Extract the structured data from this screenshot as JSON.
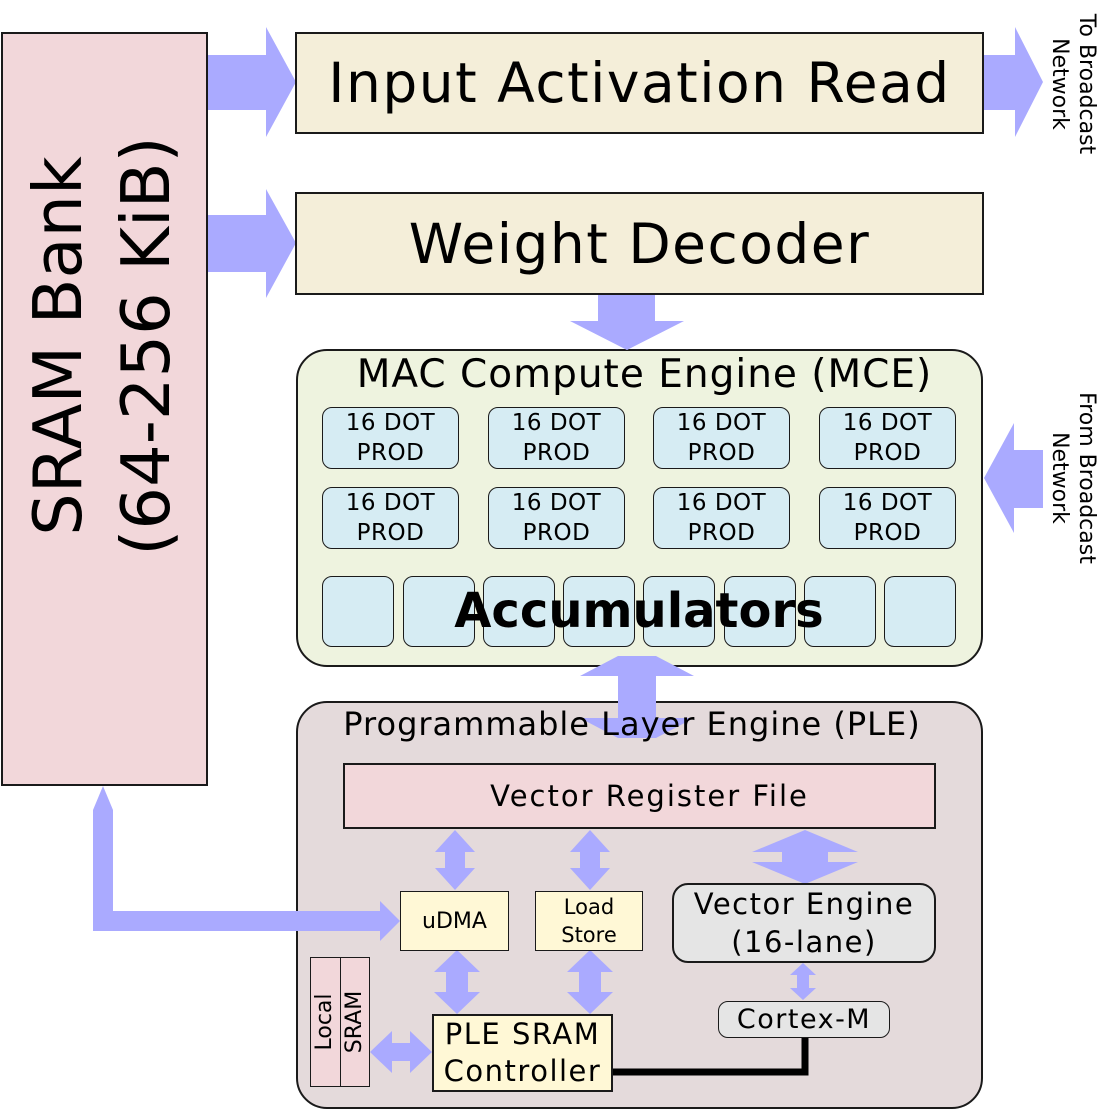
{
  "colors": {
    "arrow": "#aaaaff",
    "sram_bank_fill": "#f2d7da",
    "beige_fill": "#f4eed9",
    "mce_fill": "#eef3df",
    "ple_fill": "#e4dadb",
    "cell_fill": "#d6ecf3",
    "yellow_fill": "#fff8d6",
    "vector_engine_fill": "#e5e5e5"
  },
  "sram_bank": {
    "line1": "SRAM Bank",
    "line2": "(64-256 KiB)"
  },
  "input_activation": {
    "label": "Input Activation Read"
  },
  "weight_decoder": {
    "label": "Weight Decoder"
  },
  "to_broadcast": {
    "line1": "To Broadcast",
    "line2": "Network"
  },
  "from_broadcast": {
    "line1": "From Broadcast",
    "line2": "Network"
  },
  "mce": {
    "title": "MAC Compute Engine (MCE)",
    "cells": [
      {
        "line1": "16 DOT",
        "line2": "PROD"
      },
      {
        "line1": "16 DOT",
        "line2": "PROD"
      },
      {
        "line1": "16 DOT",
        "line2": "PROD"
      },
      {
        "line1": "16 DOT",
        "line2": "PROD"
      },
      {
        "line1": "16 DOT",
        "line2": "PROD"
      },
      {
        "line1": "16 DOT",
        "line2": "PROD"
      },
      {
        "line1": "16 DOT",
        "line2": "PROD"
      },
      {
        "line1": "16 DOT",
        "line2": "PROD"
      }
    ],
    "accumulators_label": "Accumulators"
  },
  "ple": {
    "title": "Programmable Layer Engine (PLE)",
    "vector_register_file": "Vector Register File",
    "udma": "uDMA",
    "load_store": {
      "line1": "Load",
      "line2": "Store"
    },
    "vector_engine": {
      "line1": "Vector Engine",
      "line2": "(16-lane)"
    },
    "local_sram": {
      "line1": "Local",
      "line2": "SRAM"
    },
    "ple_sram_controller": {
      "line1": "PLE SRAM",
      "line2": "Controller"
    },
    "cortex_m": "Cortex-M"
  }
}
